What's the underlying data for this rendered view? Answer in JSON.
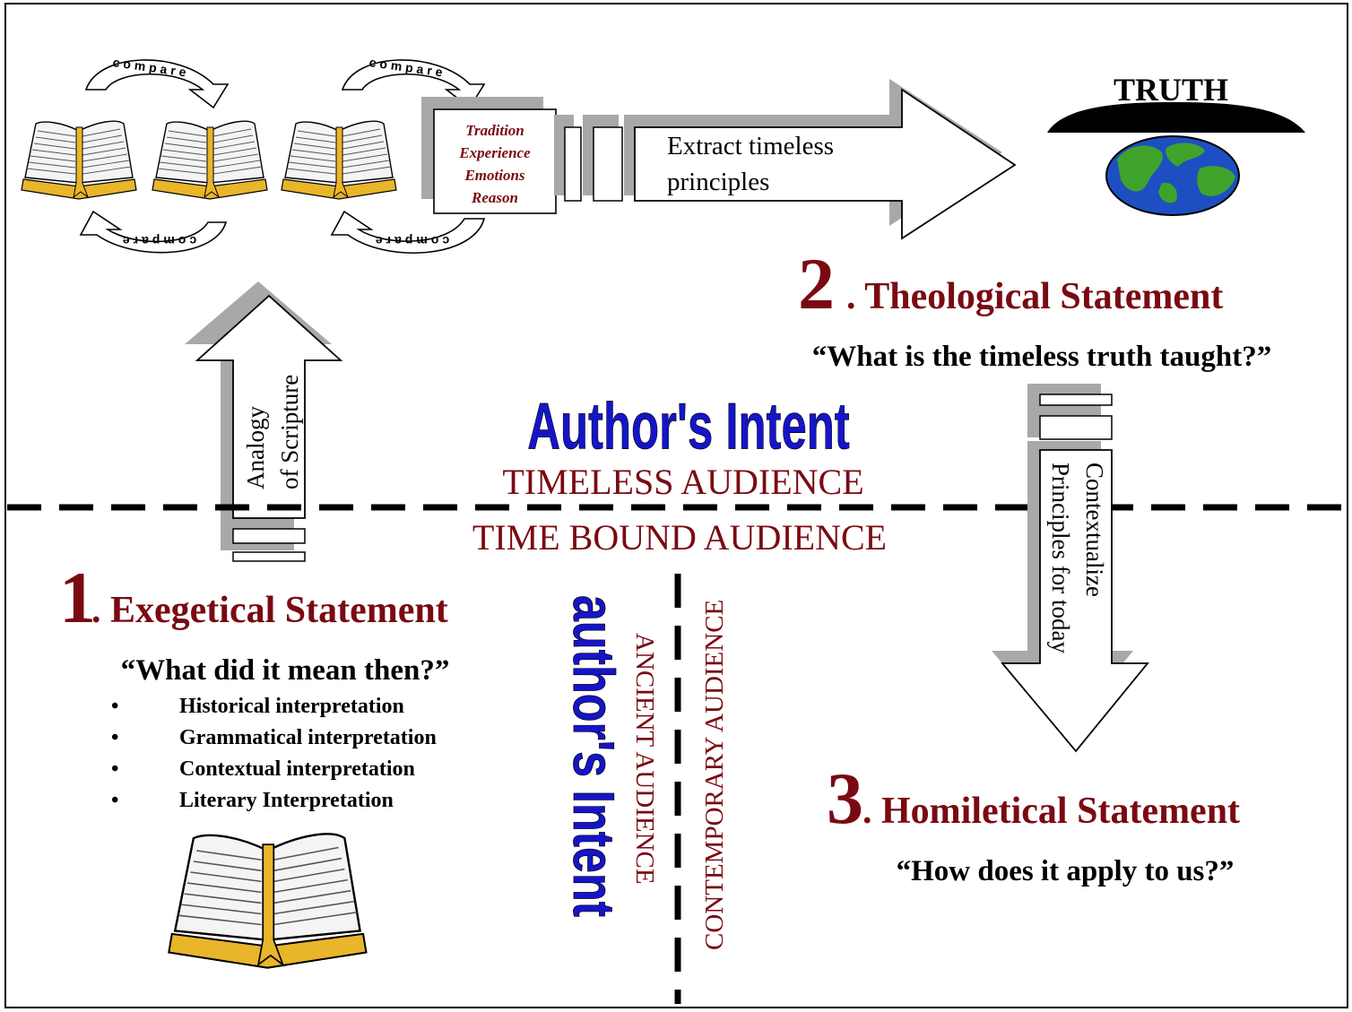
{
  "colors": {
    "accent_red": "#7a0a12",
    "accent_blue": "#1515c8",
    "shadow_gray": "#a8a8a8",
    "book_gold": "#e9b52a",
    "globe_blue": "#1e4fc2",
    "globe_green": "#3fa32b"
  },
  "compare": {
    "label": "compare"
  },
  "other_influences": [
    "Tradition",
    "Experience",
    "Emotions",
    "Reason"
  ],
  "extract": {
    "line1": "Extract timeless",
    "line2": "principles"
  },
  "truth": {
    "label": "TRUTH",
    "icon": "globe-icon"
  },
  "theological": {
    "number": "2",
    "title": ". Theological Statement",
    "question": "“What is the timeless truth taught?”"
  },
  "analogy": {
    "line1": "Analogy",
    "line2": "of Scripture"
  },
  "authors_intent": {
    "horizontal": "Author's Intent",
    "vertical": "author's Intent"
  },
  "audience": {
    "timeless": "TIMELESS AUDIENCE",
    "time_bound": "TIME BOUND AUDIENCE",
    "ancient": "ANCIENT AUDIENCE",
    "contemporary": "CONTEMPORARY AUDIENCE"
  },
  "contextualize": {
    "line1": "Contextualize",
    "line2": "Principles for today"
  },
  "exegetical": {
    "number": "1",
    "title": ". Exegetical Statement",
    "question": "“What did it mean then?”",
    "bullets": [
      "Historical interpretation",
      "Grammatical interpretation",
      "Contextual interpretation",
      "Literary Interpretation"
    ]
  },
  "homiletical": {
    "number": "3",
    "title": ". Homiletical Statement",
    "question": "“How does it apply to us?”"
  }
}
